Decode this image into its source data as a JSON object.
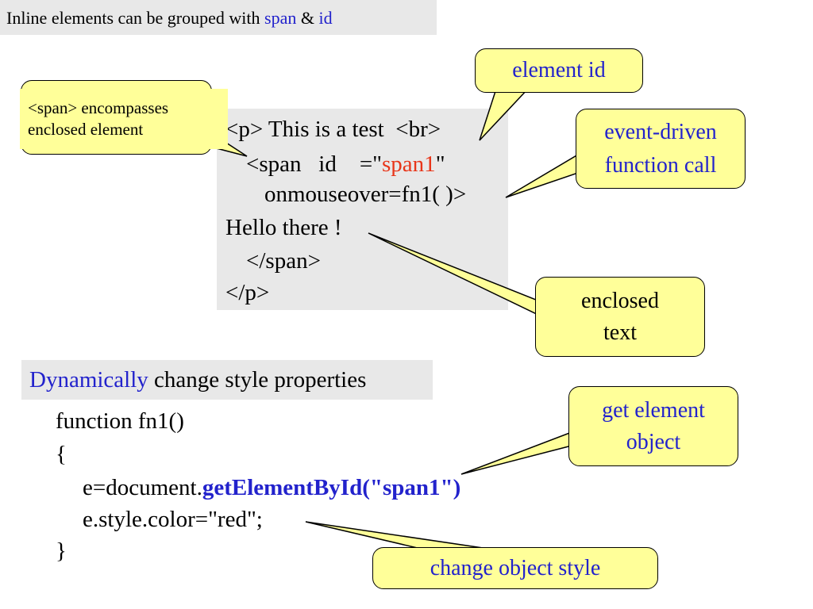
{
  "title": {
    "prefix": "Inline elements can be grouped with ",
    "span_word": "span",
    "amp": " & ",
    "id_word": "id"
  },
  "code_sample": {
    "line1": "<p> This is a test  <br>",
    "line2_a": "<span   id    =\"",
    "line2_value": "span1",
    "line2_b": "\"",
    "line3": "onmouseover=fn1( )>",
    "line4": "Hello there !",
    "line5": "</span>",
    "line6": "</p>"
  },
  "callouts": {
    "element_id": "element id",
    "span_note_line1": "<span> encompasses",
    "span_note_line2": "enclosed element",
    "event_line1": "event-driven",
    "event_line2": "function call",
    "enclosed_line1": "enclosed",
    "enclosed_line2": "text",
    "get_obj_line1": "get element",
    "get_obj_line2": "object",
    "change_style": "change object style"
  },
  "subtitle": {
    "highlight": "Dynamically",
    "rest": " change style properties"
  },
  "function_code": {
    "line1": "function fn1()",
    "line2": "{",
    "line3_a": "e=document.",
    "line3_b": "getElementById(\"span1\")",
    "line4": "e.style.color=\"red\";",
    "line5": "}"
  },
  "colors": {
    "callout_fill": "#ffff99",
    "band_gray": "#e8e8e8",
    "keyword_blue": "#2222cc",
    "value_red": "#e8361a"
  }
}
